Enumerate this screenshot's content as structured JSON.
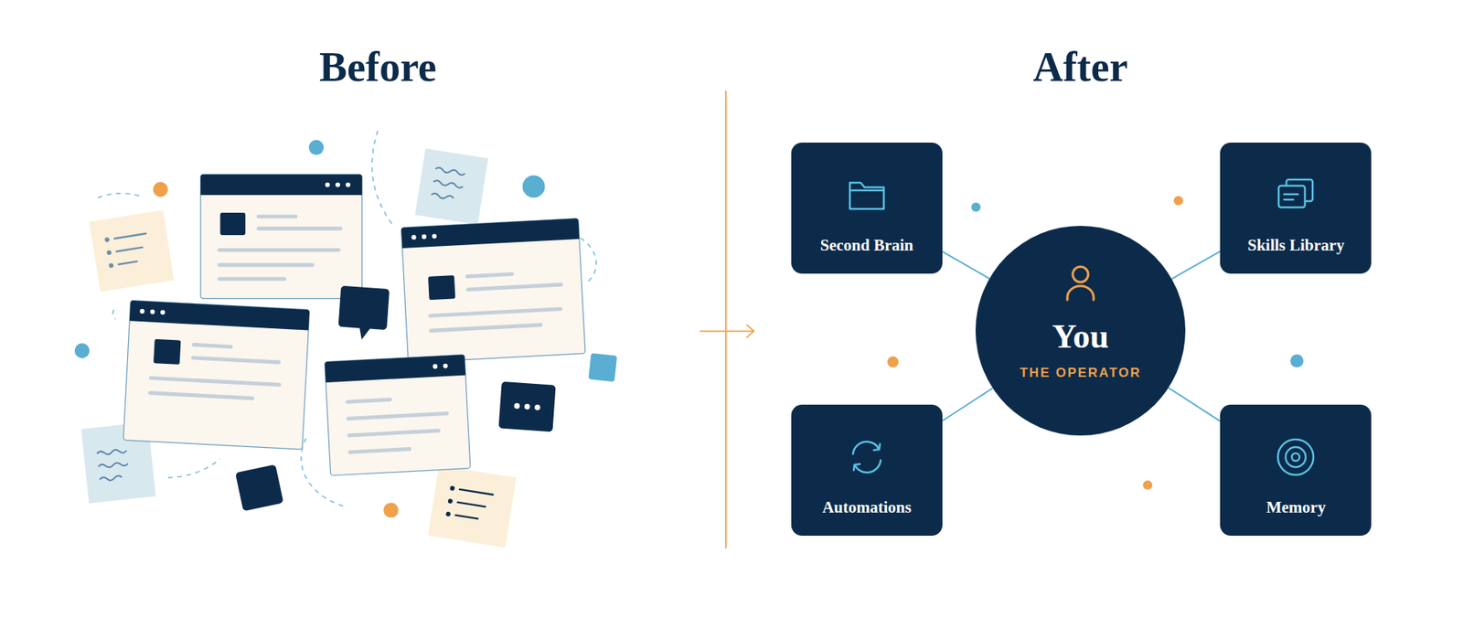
{
  "diagram": {
    "nodes": [
      {
        "text": [
          "Second Brain"
        ]
      },
      {
        "text": [
          "Skills Library"
        ]
      },
      {
        "text": [
          "You",
          "THE OPERATOR"
        ]
      },
      {
        "text": [
          "Automations"
        ]
      },
      {
        "text": [
          "Memory"
        ]
      }
    ],
    "edges": [
      {
        "from": 2,
        "to": 0,
        "arrow": "none"
      },
      {
        "from": 2,
        "to": 1,
        "arrow": "none"
      },
      {
        "from": 2,
        "to": 3,
        "arrow": "none"
      },
      {
        "from": 2,
        "to": 4,
        "arrow": "none"
      }
    ],
    "labels": [
      "Before",
      "After"
    ]
  }
}
